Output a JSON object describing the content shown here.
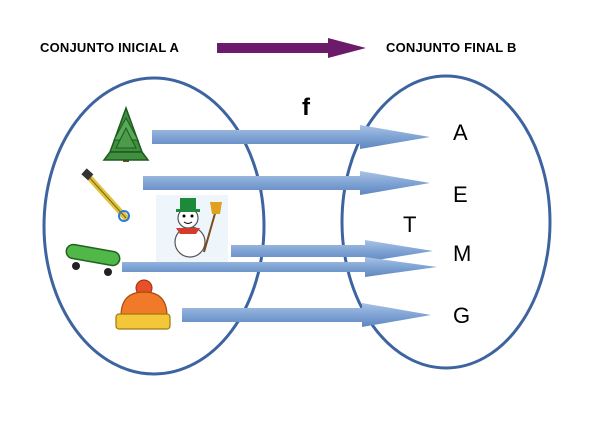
{
  "header": {
    "initial_set": "CONJUNTO INICIAL  A",
    "final_set": "CONJUNTO FINAL B"
  },
  "function_label": "f",
  "codomain_letters": {
    "a": "A",
    "e": "E",
    "m": "M",
    "g": "G",
    "t": "T"
  },
  "domain_items": [
    "tree-icon",
    "ski-pole-icon",
    "snowman-icon",
    "skateboard-icon",
    "winter-hat-icon"
  ],
  "colors": {
    "set_outline": "#3d64a0",
    "arrow_fill": "#7fa3d4",
    "header_arrow": "#6c1a6a"
  }
}
